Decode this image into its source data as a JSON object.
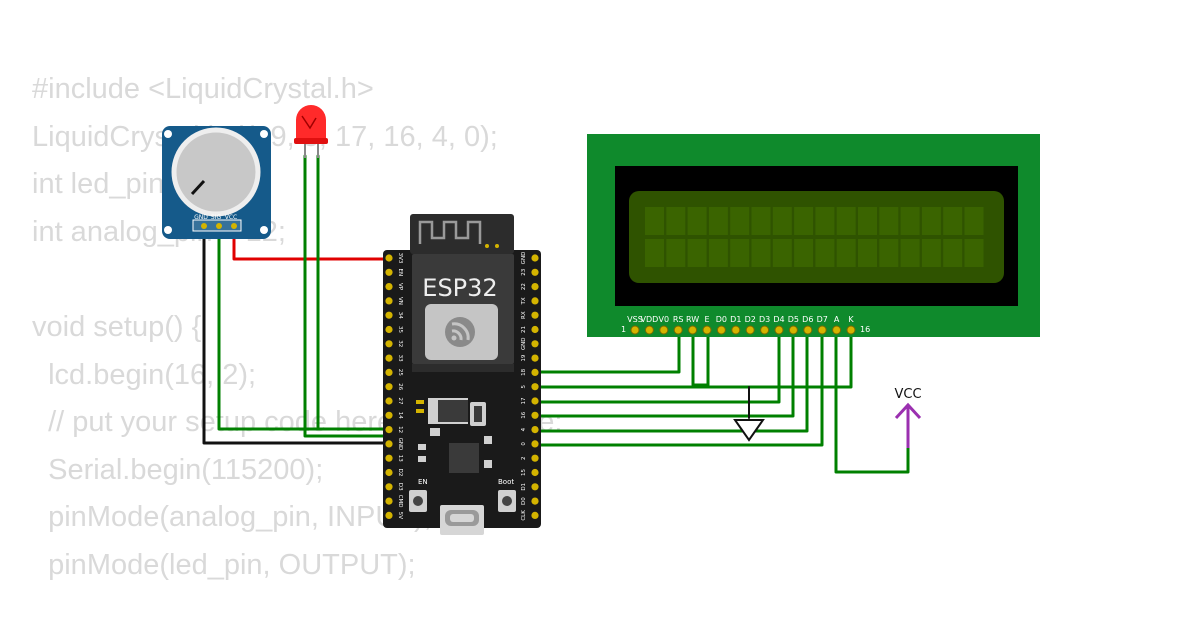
{
  "code_lines": [
    "#include <LiquidCrystal.h>",
    "LiquidCrystal lcd(19, 5, 17, 16, 4, 0);",
    "int led_pin = 13;",
    "int analog_pin = 12;",
    "",
    "void setup() {",
    "  lcd.begin(16, 2);",
    "  // put your setup code here, to run once:",
    "  Serial.begin(115200);",
    "  pinMode(analog_pin, INPUT);",
    "  pinMode(led_pin, OUTPUT);"
  ],
  "pot": {
    "labels": [
      "GND",
      "SIG",
      "VCC"
    ]
  },
  "esp32": {
    "title": "ESP32",
    "left_pins": [
      "3V3",
      "EN",
      "VP",
      "VN",
      "34",
      "35",
      "32",
      "33",
      "25",
      "26",
      "27",
      "14",
      "12",
      "GND",
      "13",
      "D2",
      "D3",
      "CMD",
      "5V"
    ],
    "right_pins": [
      "GND",
      "23",
      "22",
      "TX",
      "RX",
      "21",
      "GND",
      "19",
      "18",
      "5",
      "17",
      "16",
      "4",
      "0",
      "2",
      "15",
      "D1",
      "D0",
      "CLK"
    ],
    "en_label": "EN",
    "boot_label": "Boot"
  },
  "lcd": {
    "pin_labels": [
      "VSS",
      "VDD",
      "V0",
      "RS",
      "RW",
      "E",
      "D0",
      "D1",
      "D2",
      "D3",
      "D4",
      "D5",
      "D6",
      "D7",
      "A",
      "K"
    ],
    "first_pin_num": "1",
    "last_pin_num": "16"
  },
  "vcc_label": "VCC",
  "colors": {
    "code_text": "#d9d9d9",
    "wire_green": "#008000",
    "wire_red": "#e00000",
    "wire_black": "#111111",
    "vcc_purple": "#9b30b0",
    "board": "#1a1a1a",
    "pin_gold": "#d4b400",
    "lcd_pcb": "#0f8a2c",
    "lcd_screen": "#2f5300",
    "pot_pcb": "#155a8a",
    "led_red": "#ff2a2a"
  }
}
